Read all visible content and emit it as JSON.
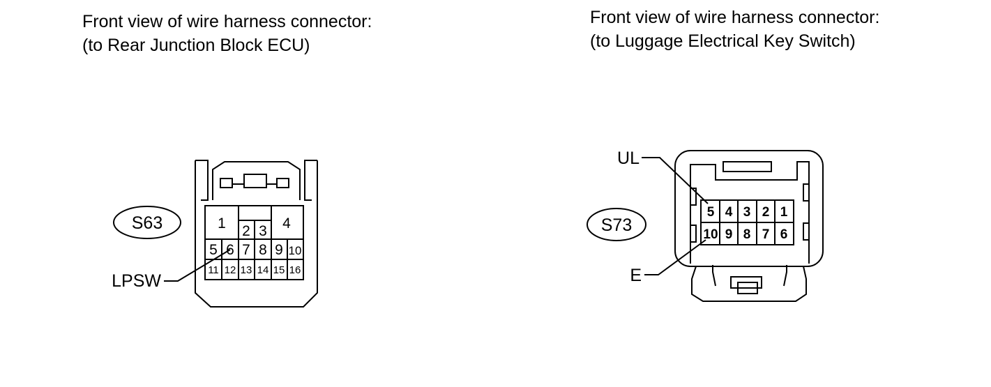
{
  "left_connector": {
    "caption_line1": "Front view of wire harness connector:",
    "caption_line2": "(to Rear Junction Block ECU)",
    "connector_id": "S63",
    "pins": [
      "1",
      "2",
      "3",
      "4",
      "5",
      "6",
      "7",
      "8",
      "9",
      "10",
      "11",
      "12",
      "13",
      "14",
      "15",
      "16"
    ],
    "callout_label": "LPSW",
    "callout_pin": "6"
  },
  "right_connector": {
    "caption_line1": "Front view of wire harness connector:",
    "caption_line2": "(to Luggage Electrical Key Switch)",
    "connector_id": "S73",
    "pins_top_row": [
      "5",
      "4",
      "3",
      "2",
      "1"
    ],
    "pins_bottom_row": [
      "10",
      "9",
      "8",
      "7",
      "6"
    ],
    "callout_top_label": "UL",
    "callout_top_pin": "5",
    "callout_bottom_label": "E",
    "callout_bottom_pin": "10"
  }
}
